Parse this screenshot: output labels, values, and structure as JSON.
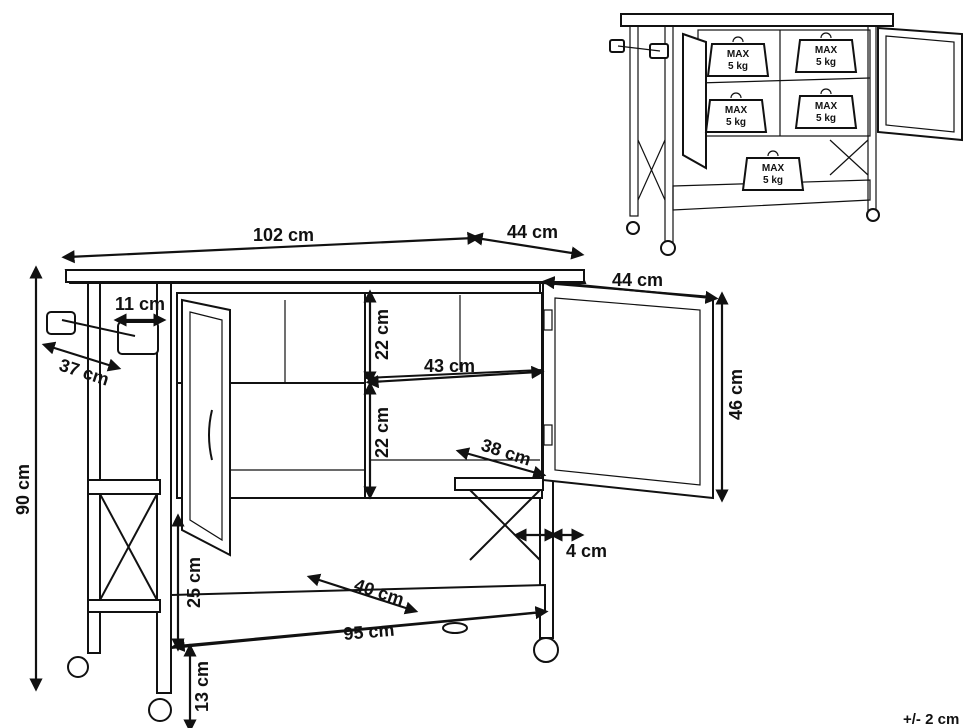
{
  "dimensions": {
    "width_top": "102 cm",
    "depth_top": "44 cm",
    "door_width": "44 cm",
    "handle_depth": "11 cm",
    "handle_length": "37 cm",
    "total_height": "90 cm",
    "upper_shelf_height": "22 cm",
    "lower_shelf_height": "22 cm",
    "shelf_width": "43 cm",
    "shelf_depth": "38 cm",
    "door_height": "46 cm",
    "leg_width": "4 cm",
    "bottom_shelf_clearance": "25 cm",
    "bottom_shelf_depth": "40 cm",
    "bottom_shelf_width": "95 cm",
    "ground_clearance": "13 cm"
  },
  "tolerance": "+/- 2 cm",
  "load_weights": [
    {
      "label": "MAX",
      "value": "5 kg"
    },
    {
      "label": "MAX",
      "value": "5 kg"
    },
    {
      "label": "MAX",
      "value": "5 kg"
    },
    {
      "label": "MAX",
      "value": "5 kg"
    },
    {
      "label": "MAX",
      "value": "5 kg"
    }
  ]
}
